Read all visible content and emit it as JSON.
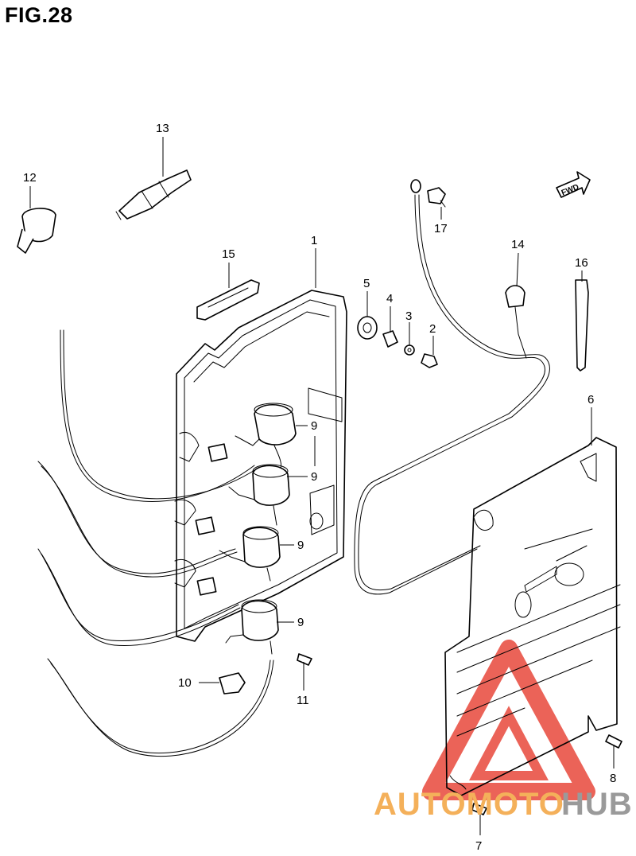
{
  "figure": {
    "title": "FIG.28"
  },
  "orientation_badge": {
    "label": "FWD"
  },
  "parts": [
    {
      "number": "1"
    },
    {
      "number": "2"
    },
    {
      "number": "3"
    },
    {
      "number": "4"
    },
    {
      "number": "5"
    },
    {
      "number": "6"
    },
    {
      "number": "7"
    },
    {
      "number": "8"
    },
    {
      "number": "9"
    },
    {
      "number": "10"
    },
    {
      "number": "11"
    },
    {
      "number": "12"
    },
    {
      "number": "13"
    },
    {
      "number": "14"
    },
    {
      "number": "15"
    },
    {
      "number": "16"
    },
    {
      "number": "17"
    }
  ],
  "watermark": {
    "text_a": "AUTOMOTO",
    "text_b": "HUB",
    "color_a": "#f4b05a",
    "color_b": "#9a9a9a",
    "triangle_color": "#e8483c"
  }
}
